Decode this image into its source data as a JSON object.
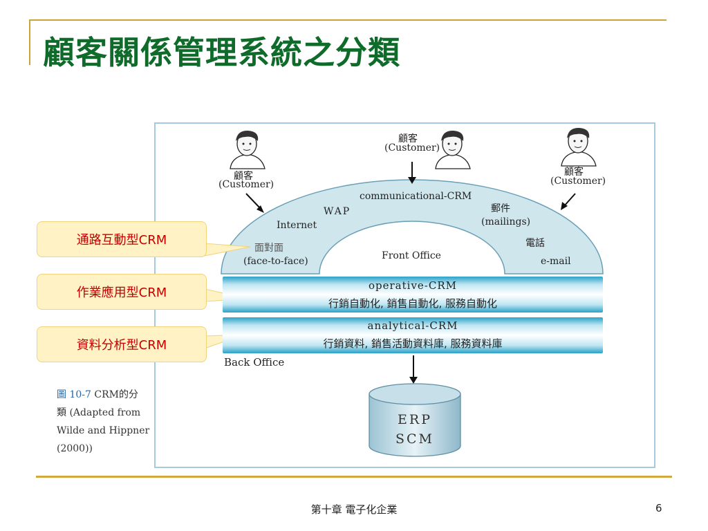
{
  "slide": {
    "title": "顧客關係管理系統之分類",
    "footer": "第十章 電子化企業",
    "page_number": "6"
  },
  "diagram": {
    "customers": [
      {
        "cn": "顧客",
        "en": "(Customer)"
      },
      {
        "cn": "顧客",
        "en": "(Customer)"
      },
      {
        "cn": "顧客",
        "en": "(Customer)"
      }
    ],
    "arc": {
      "title": "communicational-CRM",
      "channels": {
        "wap": "WAP",
        "internet": "Internet",
        "face_cn": "面對面",
        "face_en": "(face-to-face)",
        "mail_cn": "郵件",
        "mail_en": "(mailings)",
        "phone_cn": "電話",
        "email": "e-mail"
      },
      "front_office": "Front  Office"
    },
    "operative": {
      "name": "operative-CRM",
      "desc": "行銷自動化, 銷售自動化, 服務自動化"
    },
    "analytical": {
      "name": "analytical-CRM",
      "desc": "行銷資料, 銷售活動資料庫, 服務資料庫"
    },
    "back_office": "Back  Office",
    "erp": {
      "line1": "ERP",
      "line2": "SCM"
    },
    "caption": {
      "ref": "圖 10-7",
      "line1": " CRM的分",
      "line2": "類 (Adapted from",
      "line3": "Wilde and Hippner",
      "line4": "(2000))"
    }
  },
  "callouts": {
    "communication": "通路互動型CRM",
    "operative": "作業應用型CRM",
    "analytical": "資料分析型CRM"
  },
  "colors": {
    "title_green": "#0f6b2a",
    "accent_gold": "#c9a43a",
    "callout_text": "#c40000",
    "callout_fill": "#fff2c4",
    "arc_fill": "#cfe6ed",
    "band_blue": "#2aa1c8"
  }
}
